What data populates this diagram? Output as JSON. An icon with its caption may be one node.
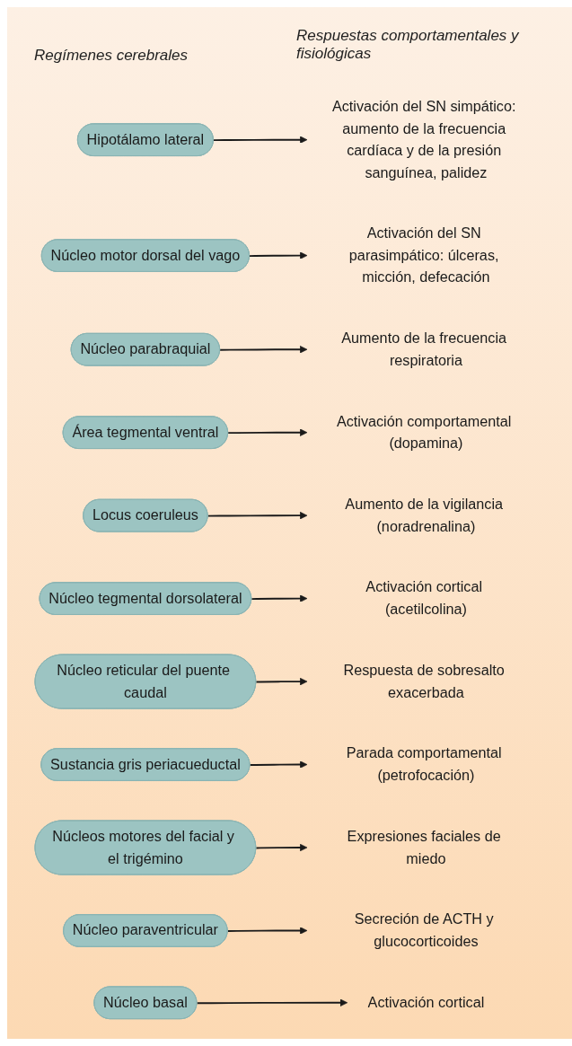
{
  "diagram": {
    "nodes": [
      {
        "text": [
          "Hipotálamo lateral"
        ]
      },
      {
        "text": [
          "Activación del SN simpático: aumento de la frecuencia cardíaca y de la presión sanguínea, palidez"
        ]
      },
      {
        "text": [
          "Núcleo motor dorsal del vago"
        ]
      },
      {
        "text": [
          "Activación del SN parasimpático: úlceras, micción, defecación"
        ]
      },
      {
        "text": [
          "Núcleo parabraquial"
        ]
      },
      {
        "text": [
          "Aumento de la frecuencia respiratoria"
        ]
      },
      {
        "text": [
          "Área tegmental ventral"
        ]
      },
      {
        "text": [
          "Activación comportamental (dopamina)"
        ]
      },
      {
        "text": [
          "Locus coeruleus"
        ]
      },
      {
        "text": [
          "Aumento de la vigilancia (noradrenalina)"
        ]
      },
      {
        "text": [
          "Núcleo tegmental dorsolateral"
        ]
      },
      {
        "text": [
          "Activación cortical (acetilcolina)"
        ]
      },
      {
        "text": [
          "Núcleo reticular del puente caudal"
        ]
      },
      {
        "text": [
          "Respuesta de sobresalto exacerbada"
        ]
      },
      {
        "text": [
          "Sustancia gris periacueductal"
        ]
      },
      {
        "text": [
          "Parada comportamental (petrofocación)"
        ]
      },
      {
        "text": [
          "Núcleos motores del facial y el trigémino"
        ]
      },
      {
        "text": [
          "Expresiones faciales de miedo"
        ]
      },
      {
        "text": [
          "Núcleo paraventricular"
        ]
      },
      {
        "text": [
          "Secreción de ACTH y glucocorticoides"
        ]
      },
      {
        "text": [
          "Núcleo basal"
        ]
      },
      {
        "text": [
          "Activación cortical"
        ]
      }
    ],
    "edges": [
      {
        "from": 0,
        "to": 1,
        "arrow": "to"
      },
      {
        "from": 2,
        "to": 3,
        "arrow": "to"
      },
      {
        "from": 4,
        "to": 5,
        "arrow": "to"
      },
      {
        "from": 6,
        "to": 7,
        "arrow": "to"
      },
      {
        "from": 8,
        "to": 9,
        "arrow": "to"
      },
      {
        "from": 10,
        "to": 11,
        "arrow": "to"
      },
      {
        "from": 12,
        "to": 13,
        "arrow": "to"
      },
      {
        "from": 14,
        "to": 15,
        "arrow": "to"
      },
      {
        "from": 16,
        "to": 17,
        "arrow": "to"
      },
      {
        "from": 18,
        "to": 19,
        "arrow": "to"
      },
      {
        "from": 20,
        "to": 21,
        "arrow": "to"
      }
    ],
    "labels": [
      "Regímenes cerebrales",
      "Respuestas comportamentales y fisiológicas"
    ]
  }
}
